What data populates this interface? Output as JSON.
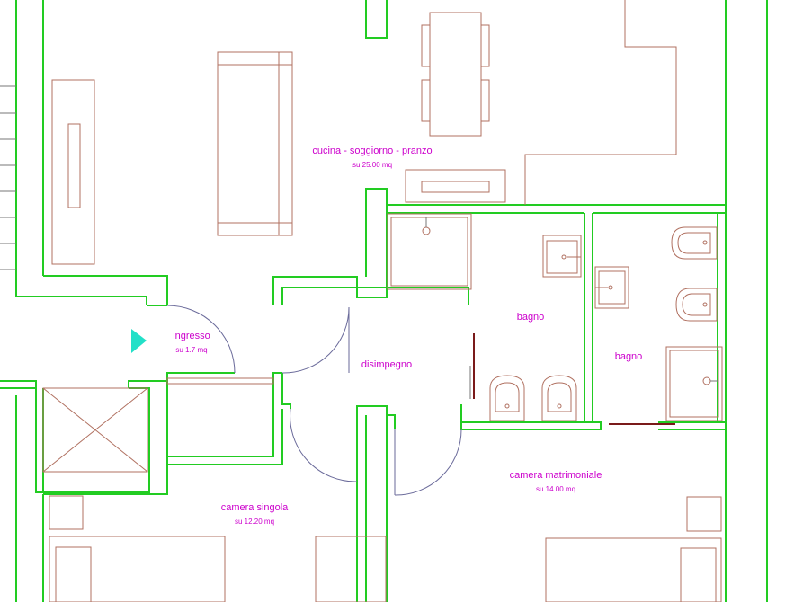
{
  "colors": {
    "wall": "#22cc22",
    "furniture": "#b07060",
    "door": "#6a6a9a",
    "label": "#cc00cc",
    "entrance_marker": "#22e0c8"
  },
  "rooms": {
    "cucina": {
      "name": "cucina - soggiorno - pranzo",
      "area": "su 25.00 mq"
    },
    "ingresso": {
      "name": "ingresso",
      "area": "su 1.7 mq"
    },
    "disimpegno": {
      "name": "disimpegno"
    },
    "bagno1": {
      "name": "bagno"
    },
    "bagno2": {
      "name": "bagno"
    },
    "camera_matrimoniale": {
      "name": "camera matrimoniale",
      "area": "su 14.00 mq"
    },
    "camera_singola": {
      "name": "camera singola",
      "area": "su 12.20 mq"
    }
  },
  "icons": {
    "entrance": "play-triangle-icon"
  }
}
